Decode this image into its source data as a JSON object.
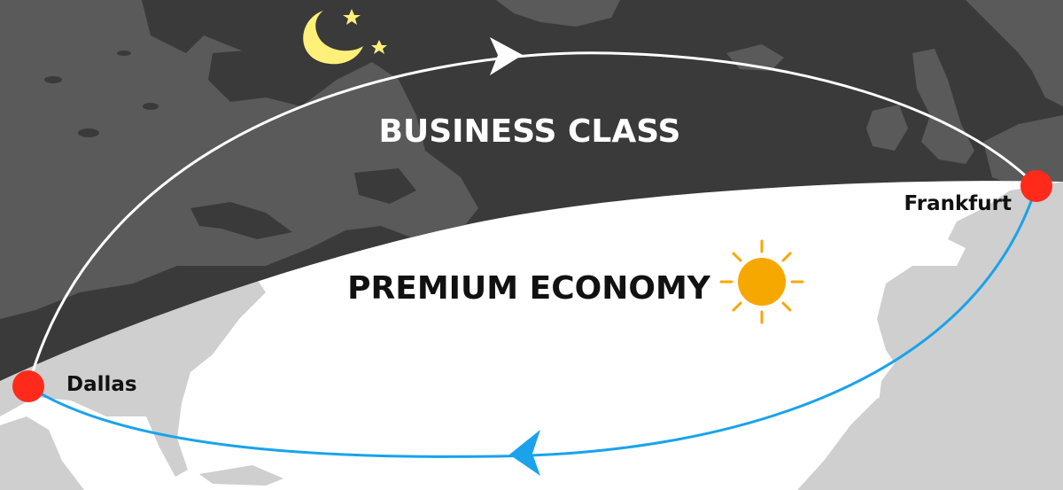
{
  "map": {
    "labels": {
      "business_class": "BUSINESS CLASS",
      "premium_economy": "PREMIUM ECONOMY"
    },
    "cities": {
      "origin": "Dallas",
      "destination": "Frankfurt"
    },
    "icons": {
      "night": "moon-with-stars-icon",
      "day": "sun-icon"
    },
    "colors": {
      "night_side": "#3a3a3a",
      "night_land": "#5a5a5a",
      "day_land": "#cfcfcf",
      "day_water": "#ffffff",
      "outbound_route": "#ffffff",
      "return_route": "#1aa3ea",
      "city_marker": "#ff2a1a",
      "moon": "#fff07a",
      "sun": "#f7a800"
    }
  }
}
